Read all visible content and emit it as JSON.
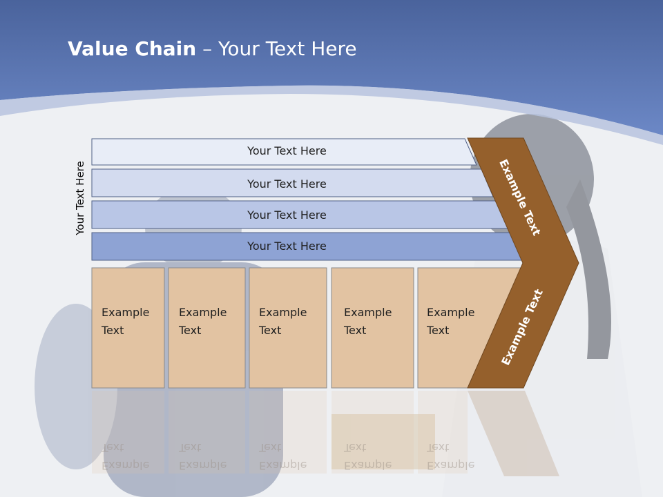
{
  "slide": {
    "title_bold": "Value Chain",
    "title_rest": " – Your Text Here",
    "side_label": "Your Text Here",
    "support_bars": [
      {
        "label": "Your Text Here"
      },
      {
        "label": "Your Text Here"
      },
      {
        "label": "Your Text Here"
      },
      {
        "label": "Your Text Here"
      }
    ],
    "primary_boxes": [
      {
        "label": "Example Text"
      },
      {
        "label": "Example Text"
      },
      {
        "label": "Example Text"
      },
      {
        "label": "Example Text"
      },
      {
        "label": "Example Text"
      }
    ],
    "chevron_top_label": "Example Text",
    "chevron_bottom_label": "Example Text"
  },
  "colors": {
    "header_blue": "#5a77b5",
    "chevron_brown": "#95602c",
    "box_tan": "#e2c3a2",
    "bar_shades": [
      "#e8edf7",
      "#d3dbef",
      "#b9c6e6",
      "#8ea3d4"
    ]
  }
}
